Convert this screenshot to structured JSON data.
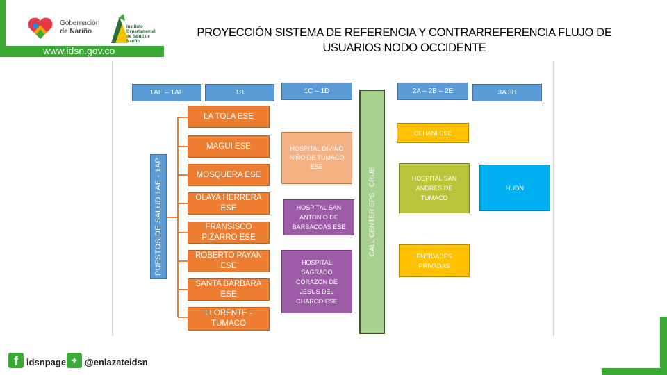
{
  "header": {
    "org_name_line1": "Gobernación",
    "org_name_line2": "de Nariño",
    "institute_text": "Instituto Departamental de Salud de Nariño",
    "website": "www.idsn.gov.co",
    "title": "PROYECCIÓN SISTEMA DE REFERENCIA Y CONTRARREFERENCIA FLUJO DE USUARIOS  NODO OCCIDENTE"
  },
  "diagram": {
    "levels": [
      "1AE – 1AE",
      "1B",
      "1C – 1D",
      "2A – 2B – 2E",
      "3A  3B"
    ],
    "side_label": "PUESTOS DE SALUD 1AE - 1AP",
    "level1_facilities": [
      "LA TOLA ESE",
      "MAGUI ESE",
      "MOSQUERA ESE",
      "OLAYA HERRERA ESE",
      "FRANSISCO PIZARRO ESE",
      "ROBERTO PAYAN ESE",
      "SANTA BARBARA ESE",
      "LLORENTE - TUMACO"
    ],
    "hospital_divino": "HOSPITAL DIVINO NIÑO DE TUMACO ESE",
    "hospital_san_antonio": "HOSPITAL SAN ANTONIO DE BARBACOAS ESE",
    "hospital_sagrado": "HOSPITAL SAGRADO CORAZON DE JESUS DEL CHARCO ESE",
    "call_center": "CALL CENTER EPS - CRUE",
    "cehani": "CEHANI ESE",
    "hospital_san_andres": "HOSPITAL SAN ANDRES DE TUMACO",
    "entidades_privadas": "ENTIDADES PRIVADAS",
    "hudn": "HUDN"
  },
  "footer": {
    "facebook_handle": "idsnpage",
    "twitter_handle": "@enlazateidsn"
  },
  "colors": {
    "brand_green": "#3aaa35",
    "header_blue": "#5b9bd5",
    "orange": "#ed7d31",
    "salmon": "#f4b183",
    "purple": "#9e5ba8",
    "yellow": "#ffc000",
    "olive": "#b9c43b",
    "cyan": "#00b0f0",
    "call_center_green": "#a9d18e"
  }
}
